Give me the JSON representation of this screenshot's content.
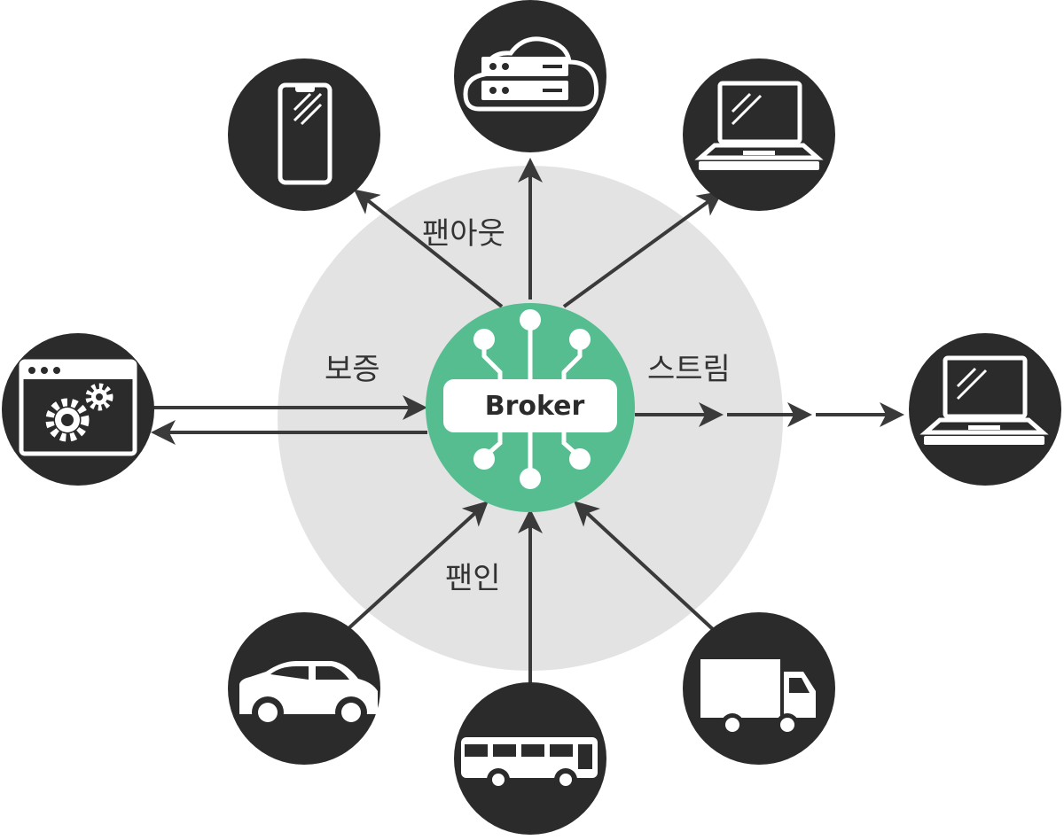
{
  "diagram": {
    "broker_label": "Broker",
    "labels": {
      "fanout": "팬아웃",
      "guarantee": "보증",
      "stream": "스트림",
      "fanin": "팬인"
    },
    "nodes": {
      "top_left": "smartphone-icon",
      "top": "cloud-server-icon",
      "top_right": "laptop-icon",
      "left": "app-settings-icon",
      "right": "laptop-icon",
      "bottom_left": "car-icon",
      "bottom": "bus-icon",
      "bottom_right": "truck-icon"
    }
  },
  "colors": {
    "node_fill": "#2b2b2b",
    "halo": "#e3e3e3",
    "broker_green": "#55bd8f",
    "arrow": "#3a3a3a",
    "icon": "#ffffff"
  }
}
